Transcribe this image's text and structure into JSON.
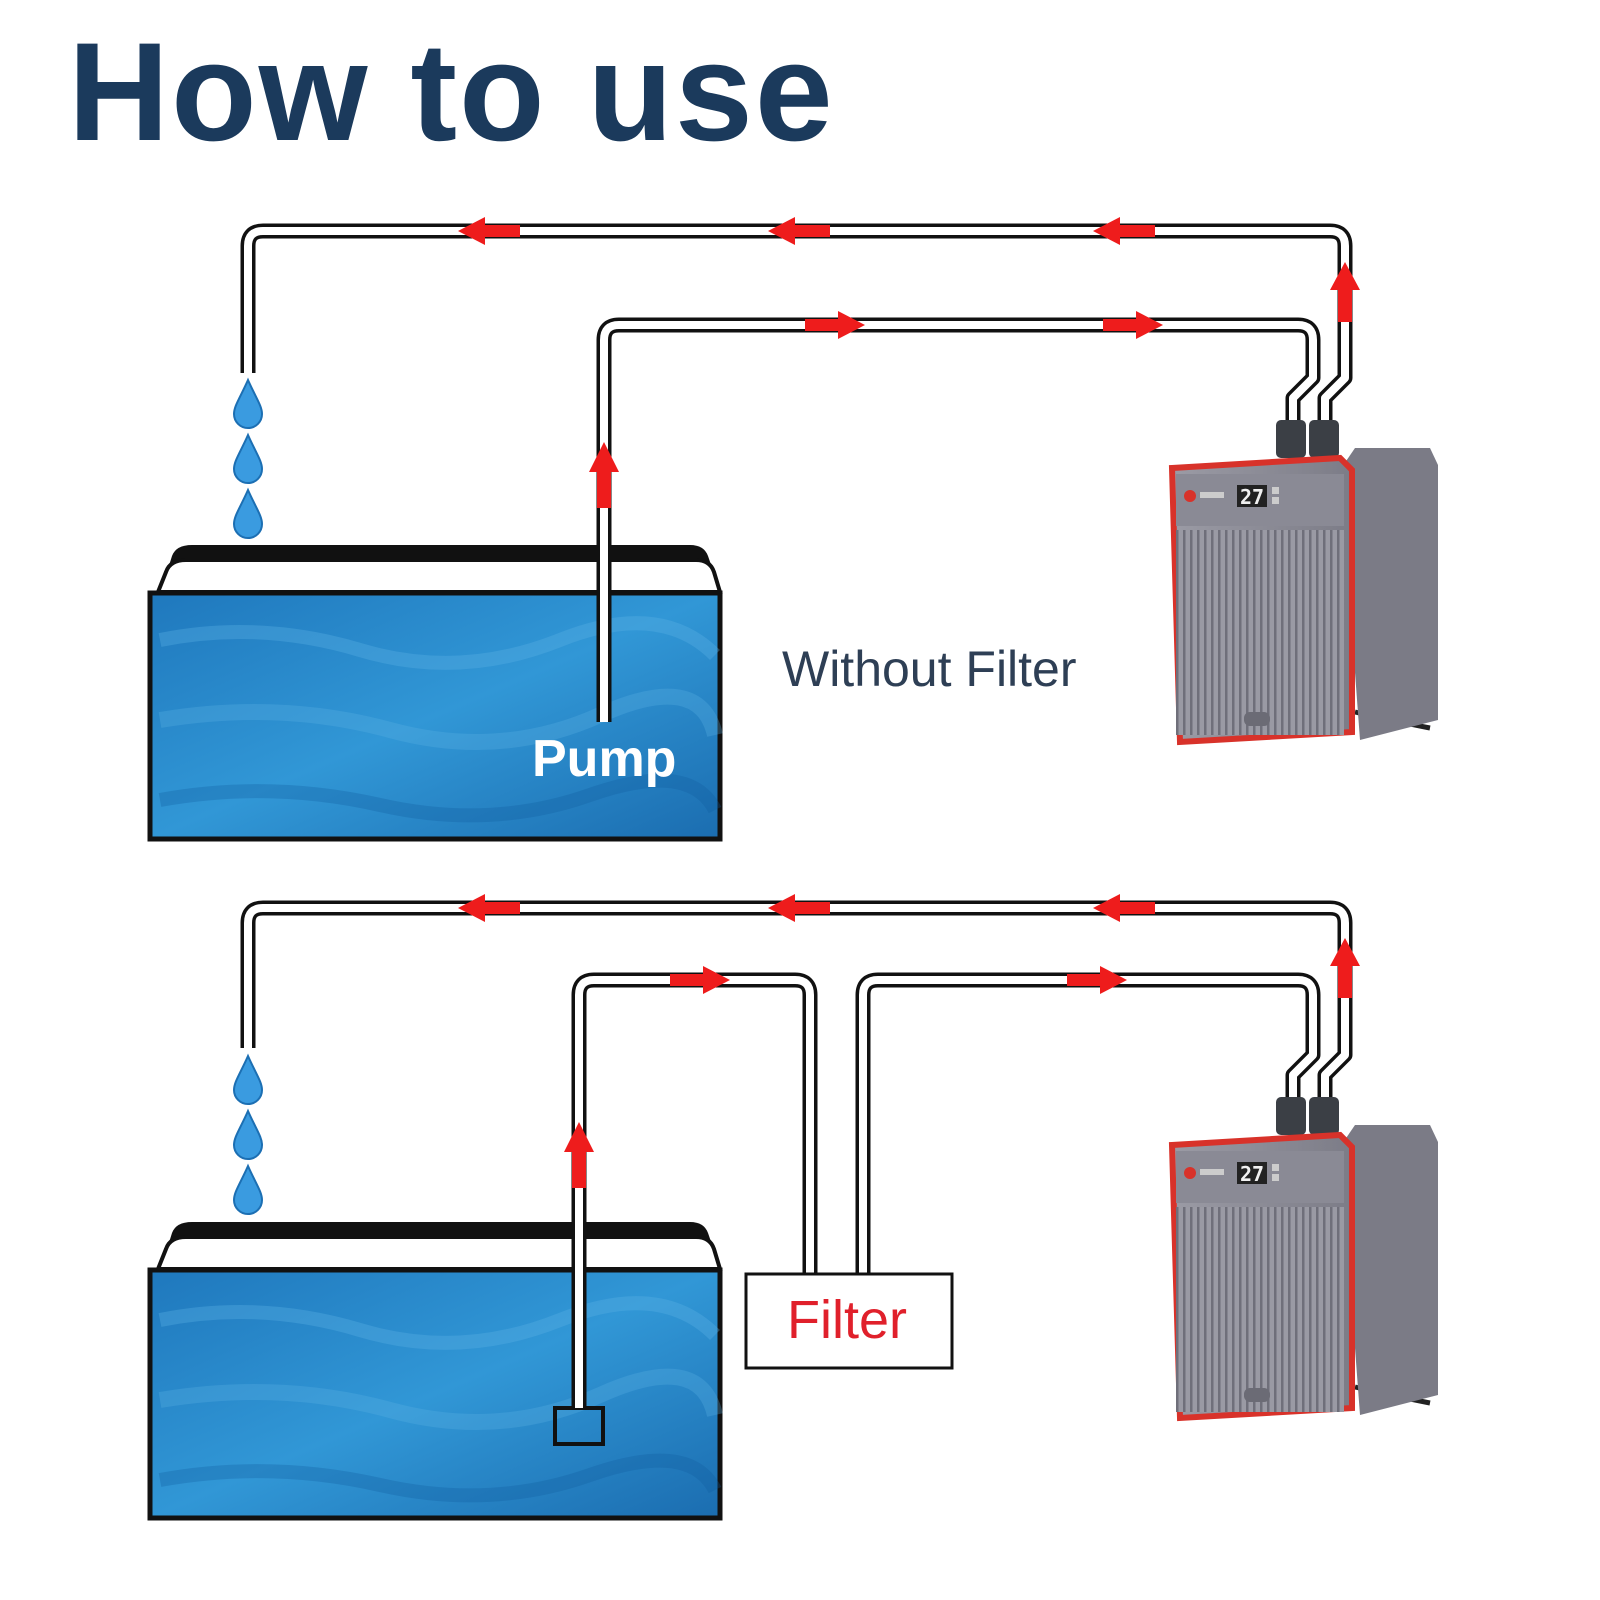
{
  "title": "How to use",
  "labels": {
    "without_filter": "Without Filter",
    "pump": "Pump",
    "filter": "Filter"
  },
  "chiller_display": "27",
  "colors": {
    "title": "#1b3a5c",
    "arrow": "#ee1c1c",
    "water": "#2a86c6",
    "water_light": "#4aa8e0",
    "label_dark": "#2e3f55",
    "filter_text": "#e0202b",
    "chiller_body": "#8e8e99",
    "chiller_trim": "#d8322a"
  },
  "icons": {
    "droplet": "water-droplet-icon",
    "arrow": "flow-arrow-icon"
  }
}
